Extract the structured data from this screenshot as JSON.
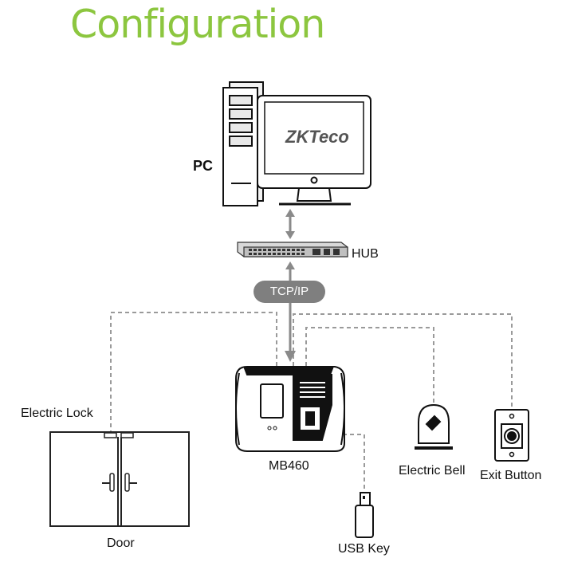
{
  "title": "Configuration",
  "labels": {
    "pc": "PC",
    "hub": "HUB",
    "protocol": "TCP/IP",
    "device": "MB460",
    "electric_lock": "Electric Lock",
    "door": "Door",
    "usb_key": "USB Key",
    "electric_bell": "Electric Bell",
    "exit_button": "Exit Button",
    "logo": "ZKTeco"
  }
}
